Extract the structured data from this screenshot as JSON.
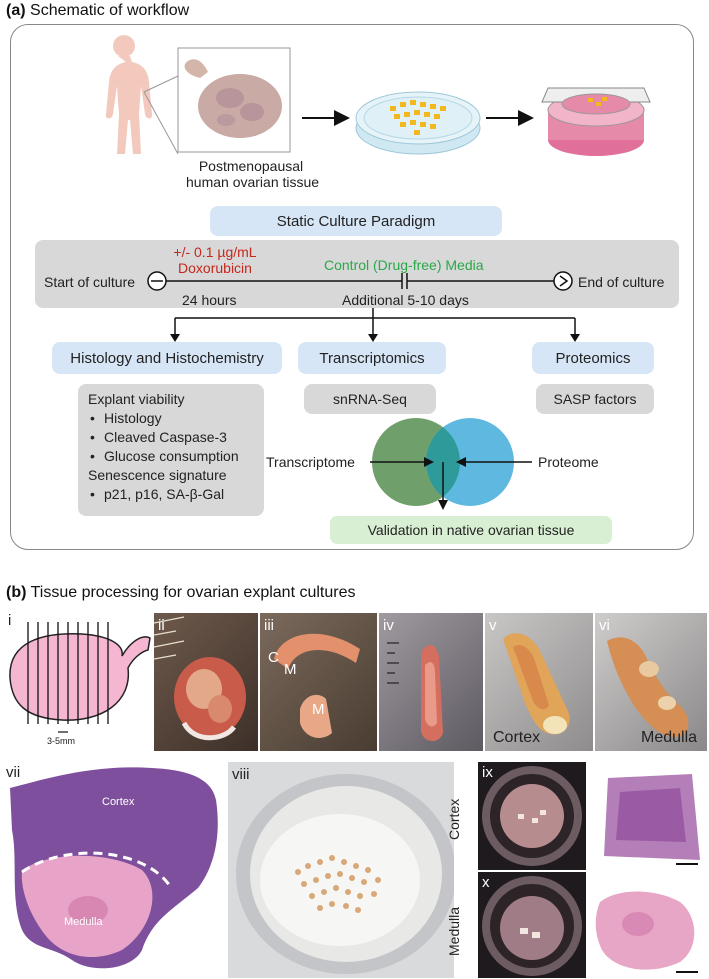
{
  "panel_a": {
    "title_letter": "(a)",
    "title_text": "Schematic of workflow",
    "tissue_label_1": "Postmenopausal",
    "tissue_label_2": "human ovarian tissue",
    "paradigm": "Static Culture Paradigm",
    "timeline": {
      "start": "Start of culture",
      "end": "End of culture",
      "drug_line1": "+/- 0.1 µg/mL",
      "drug_line2": "Doxorubicin",
      "control": "Control (Drug-free) Media",
      "time1": "24 hours",
      "time2": "Additional 5-10 days"
    },
    "branches": {
      "histology": "Histology and Histochemistry",
      "transcriptomics": "Transcriptomics",
      "proteomics": "Proteomics"
    },
    "histology_box": {
      "heading1": "Explant viability",
      "items1": [
        "Histology",
        "Cleaved Caspase-3",
        "Glucose consumption"
      ],
      "heading2": "Senescence signature",
      "items2": [
        "p21, p16, SA-β-Gal"
      ]
    },
    "snrna": "snRNA-Seq",
    "sasp": "SASP factors",
    "transcriptome": "Transcriptome",
    "proteome": "Proteome",
    "validation": "Validation in native ovarian tissue",
    "colors": {
      "pill_blue": "#d6e6f6",
      "grey_box": "#d8d8d8",
      "venn_green": "#6fa06c",
      "venn_blue": "#5fb8e0",
      "validation_green": "#d9efd3"
    }
  },
  "panel_b": {
    "title_letter": "(b)",
    "title_text": "Tissue processing for ovarian explant cultures",
    "labels": {
      "i": "i",
      "ii": "ii",
      "iii": "iii",
      "iv": "iv",
      "v": "v",
      "vi": "vi",
      "vii": "vii",
      "viii": "viii",
      "ix": "ix",
      "x": "x"
    },
    "scale": "3-5mm",
    "iii_c": "C",
    "iii_m1": "M",
    "iii_m2": "M",
    "cortex": "Cortex",
    "medulla": "Medulla",
    "vii_cortex": "Cortex",
    "vii_medulla": "Medulla",
    "ix_side": "Cortex",
    "x_side": "Medulla"
  }
}
